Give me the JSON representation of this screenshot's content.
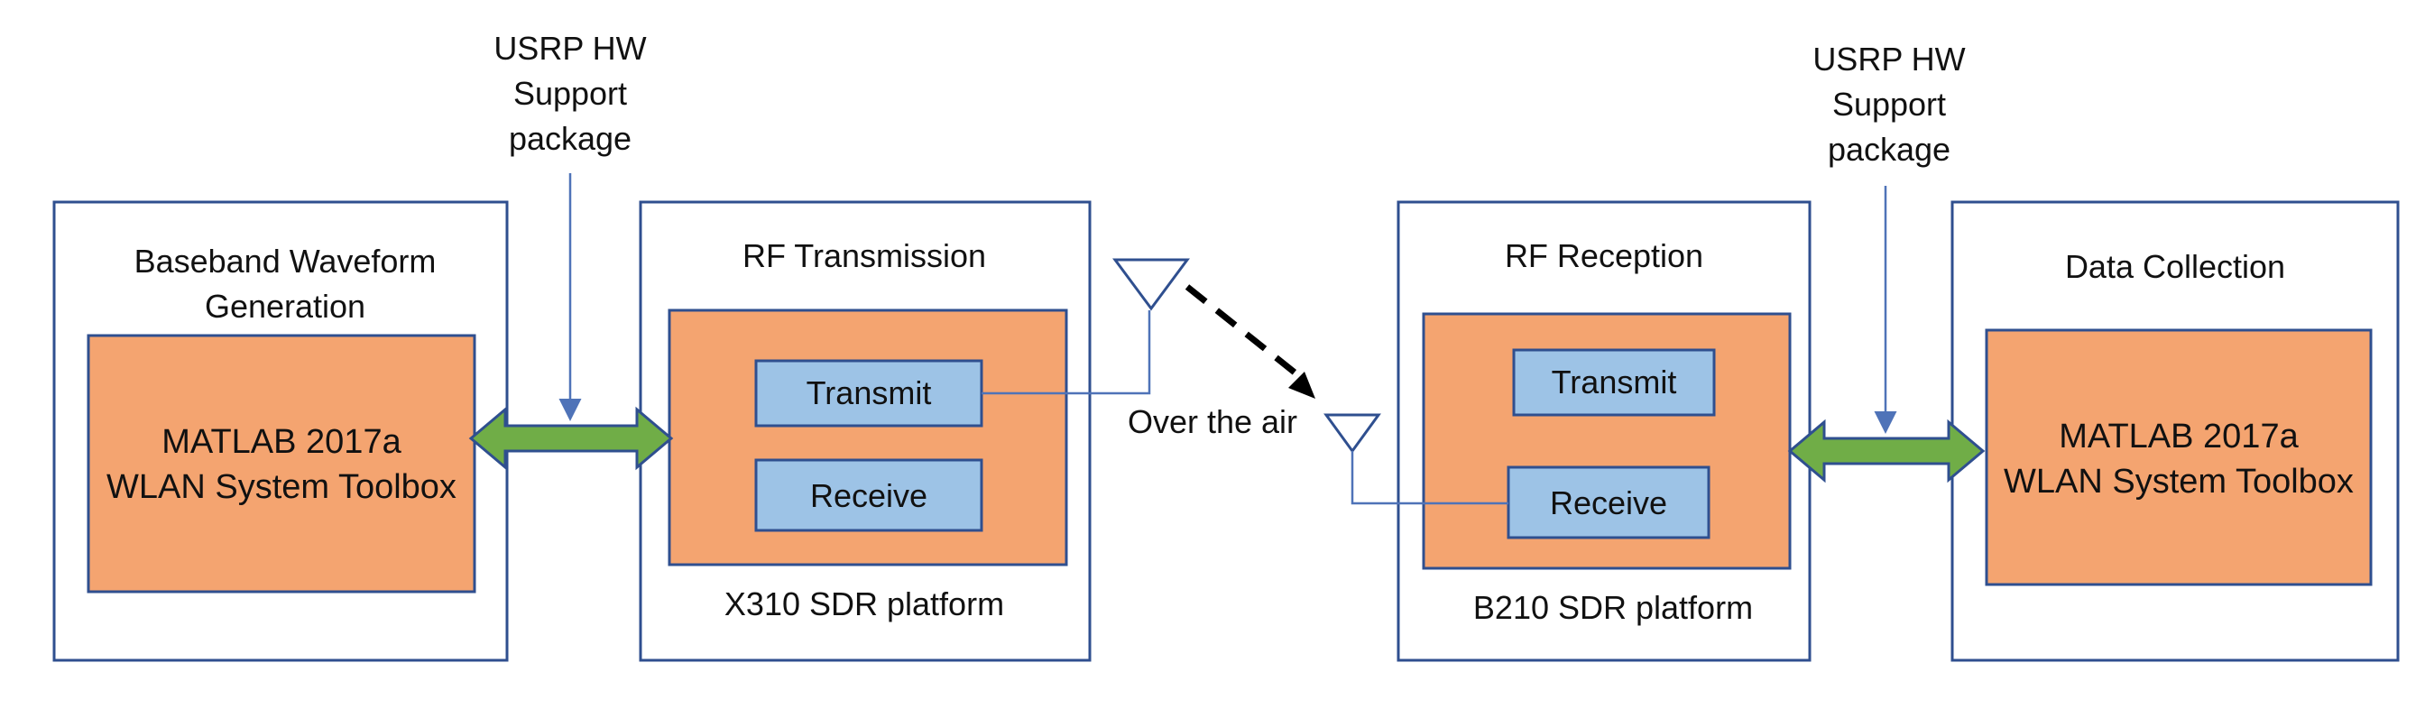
{
  "colors": {
    "panel_border": "#2f4f8f",
    "orange_fill": "#f4a470",
    "blue_fill": "#9dc3e6",
    "green_arrow": "#70ad47",
    "link_line": "#4f73b8"
  },
  "annotations": {
    "left_support": [
      "USRP HW",
      "Support",
      "package"
    ],
    "right_support": [
      "USRP HW",
      "Support",
      "package"
    ],
    "over_air": "Over the air"
  },
  "panels": {
    "baseband": {
      "title": [
        "Baseband Waveform",
        "Generation"
      ],
      "inner": [
        "MATLAB 2017a",
        "WLAN System Toolbox"
      ]
    },
    "rf_tx": {
      "title": "RF Transmission",
      "transmit": "Transmit",
      "receive": "Receive",
      "platform": "X310 SDR platform"
    },
    "rf_rx": {
      "title": "RF Reception",
      "transmit": "Transmit",
      "receive": "Receive",
      "platform": "B210 SDR platform"
    },
    "data": {
      "title": "Data Collection",
      "inner": [
        "MATLAB 2017a",
        "WLAN System Toolbox"
      ]
    }
  }
}
